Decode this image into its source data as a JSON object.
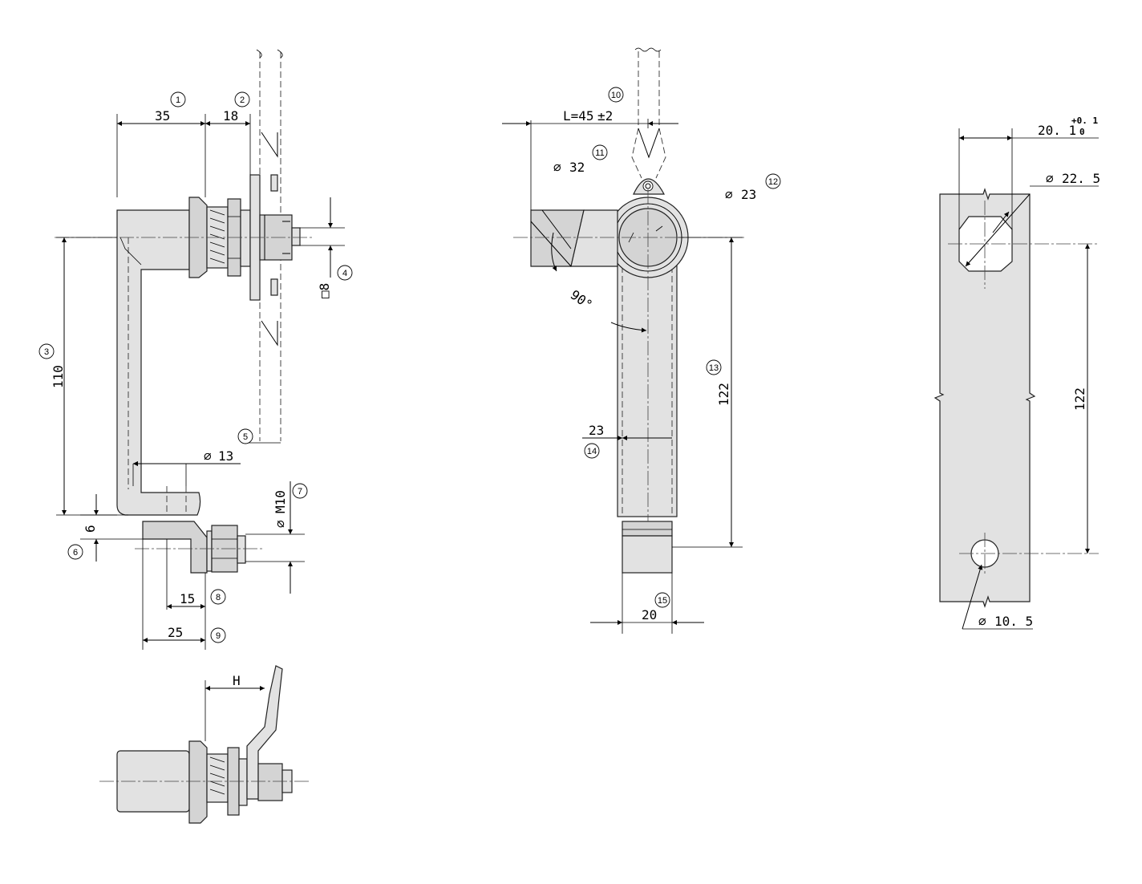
{
  "dimensions": {
    "d35": "35",
    "d18": "18",
    "d110": "110",
    "d8": "□8",
    "d13": "13",
    "dM10": "M10",
    "d6": "6",
    "d15": "15",
    "d25": "25",
    "dH": "H",
    "dL": "L=45",
    "dL_tol": "±2",
    "d32": "32",
    "d23a": "23",
    "d90": "90°",
    "d122a": "122",
    "d23b": "23",
    "d20": "20",
    "d20_1": "20. 1",
    "d20_1_tol_upper": "+0. 1",
    "d20_1_tol_lower": "0",
    "d22_5": "22. 5",
    "d122b": "122",
    "d10_5": "10. 5"
  },
  "callouts": [
    "1",
    "2",
    "3",
    "4",
    "5",
    "6",
    "7",
    "8",
    "9",
    "10",
    "11",
    "12",
    "13",
    "14",
    "15"
  ],
  "symbols": {
    "diameter": "∅"
  }
}
